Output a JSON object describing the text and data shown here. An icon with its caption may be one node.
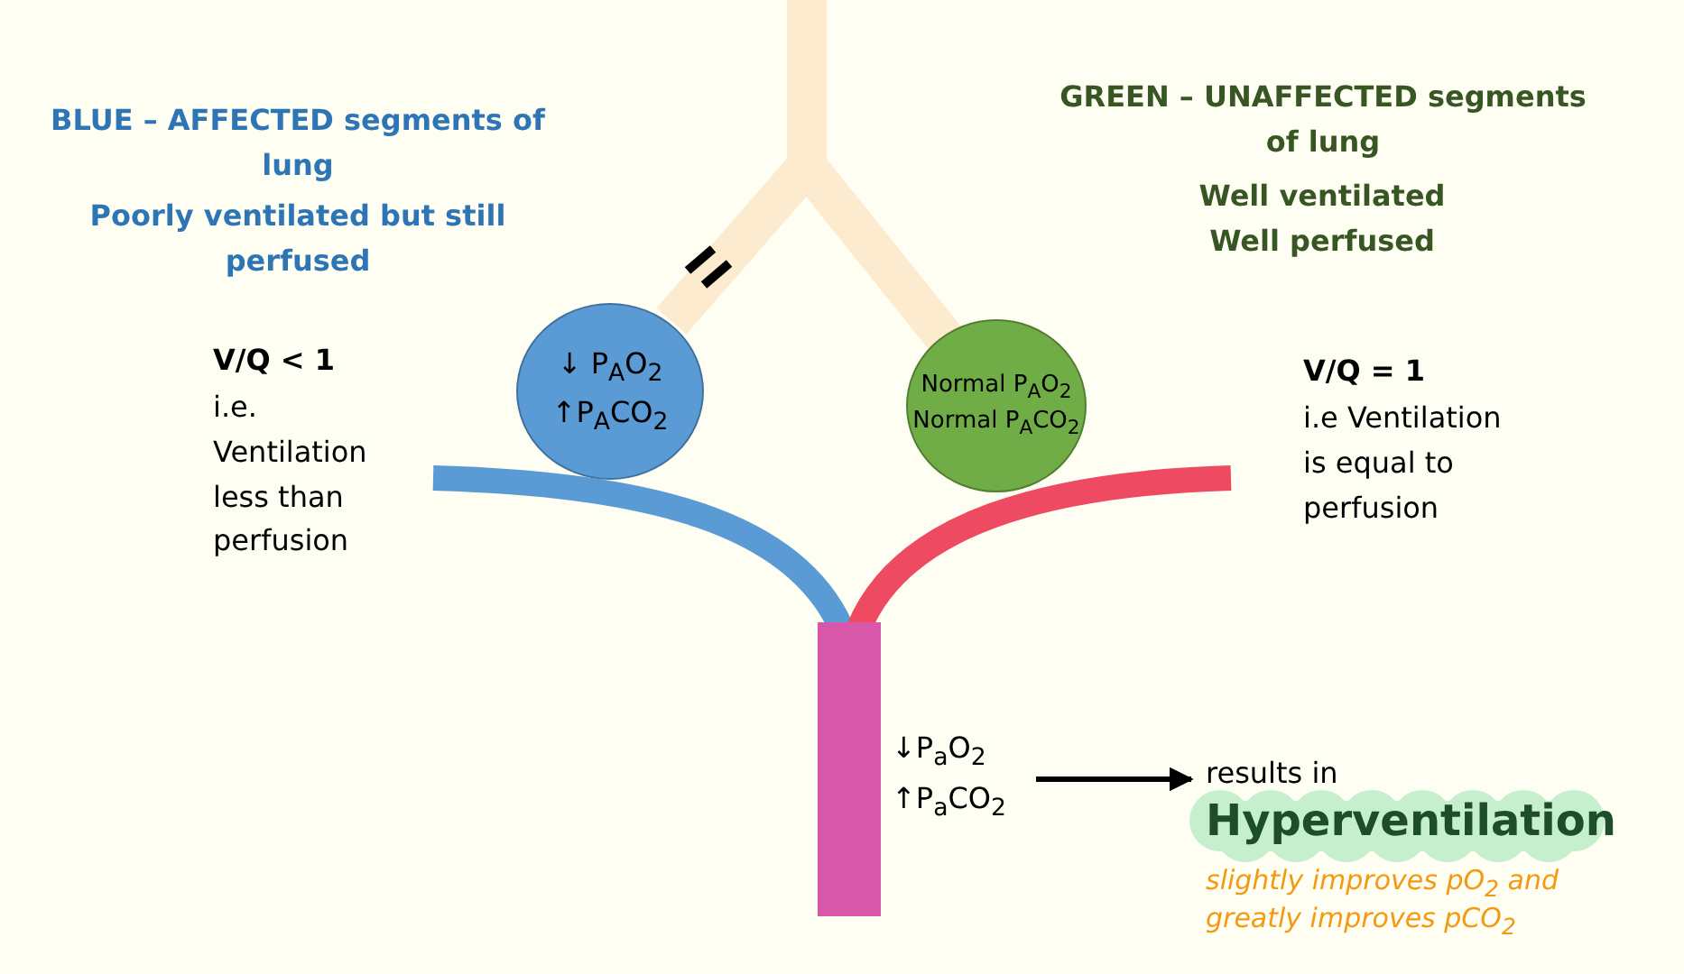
{
  "diagram": {
    "nodes": [
      {
        "text": [
          "↓ P$_{A}$O$_{2}$",
          "↑P$_{A}$CO$_{2}$"
        ]
      },
      {
        "text": [
          "Normal P$_{A}$O$_{2}$",
          "Normal P$_{A}$CO$_{2}$"
        ]
      },
      {
        "text": [
          "↓P$_{a}$O$_{2}$",
          "↑P$_{a}$CO$_{2}$"
        ]
      },
      {
        "text": [
          "results in",
          "Hyperventilation"
        ],
        "beside": [
          "slightly improves pO$_{2}$ and greatly improves pCO$_{2}$"
        ]
      }
    ],
    "edges": [
      {
        "from": 2,
        "to": 3,
        "arrow": "to"
      }
    ],
    "labels": [
      "BLUE – AFFECTED segments of lung",
      "Poorly ventilated but still perfused",
      "GREEN – UNAFFECTED segments of lung",
      "Well ventilated",
      "Well perfused",
      "V/Q < 1",
      "i.e. Ventilation less than perfusion",
      "V/Q = 1",
      "i.e Ventilation is equal to perfusion"
    ]
  }
}
